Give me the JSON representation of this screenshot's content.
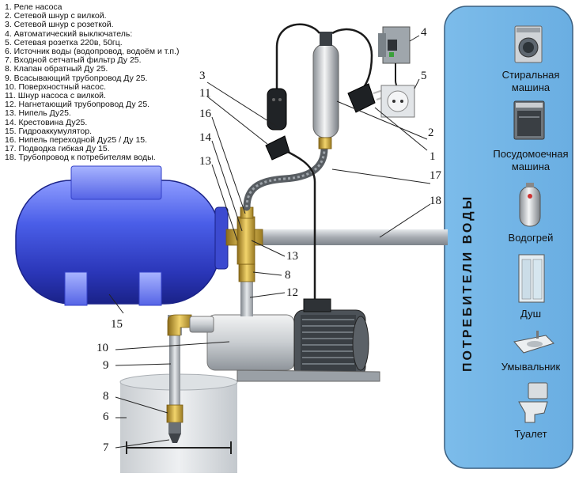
{
  "legend": [
    "1. Реле насоса",
    "2. Сетевой шнур с вилкой.",
    "3. Сетевой шнур с розеткой.",
    "4. Автоматический выключатель:",
    "5. Сетевая розетка 220в, 50гц.",
    "6. Источник воды (водопровод, водоём и т.п.)",
    "7. Входной сетчатый фильтр Ду 25.",
    "8. Клапан обратный Ду 25.",
    "9. Всасывающий трубопровод Ду 25.",
    "10. Поверхностный насос.",
    "11. Шнур насоса с вилкой.",
    "12. Нагнетающий трубопровод Ду 25.",
    "13. Нипель Ду25.",
    "14. Крестовина Ду25.",
    "15. Гидроаккумулятор.",
    "16. Нипель переходной Ду25 / Ду 15.",
    "17. Подводка гибкая Ду 15.",
    "18. Трубопровод к потребителям воды."
  ],
  "consumers": {
    "title": "ПОТРЕБИТЕЛИ ВОДЫ",
    "items": [
      {
        "line1": "Стиральная",
        "line2": "машина",
        "icon": "washing-machine-icon"
      },
      {
        "line1": "Посудомоечная",
        "line2": "машина",
        "icon": "dishwasher-icon"
      },
      {
        "line1": "Водогрей",
        "line2": "",
        "icon": "water-heater-icon"
      },
      {
        "line1": "Душ",
        "line2": "",
        "icon": "shower-cabin-icon"
      },
      {
        "line1": "Умывальник",
        "line2": "",
        "icon": "washbasin-icon"
      },
      {
        "line1": "Туалет",
        "line2": "",
        "icon": "toilet-icon"
      }
    ]
  },
  "callouts": [
    "1",
    "2",
    "3",
    "4",
    "5",
    "6",
    "7",
    "8",
    "8",
    "9",
    "10",
    "11",
    "12",
    "13",
    "13",
    "14",
    "15",
    "16",
    "17",
    "17",
    "18"
  ],
  "colors": {
    "panel": "#74b6e6",
    "tank": "#3d4fd8",
    "pipe": "#b9bec4",
    "brass": "#c9a238"
  }
}
